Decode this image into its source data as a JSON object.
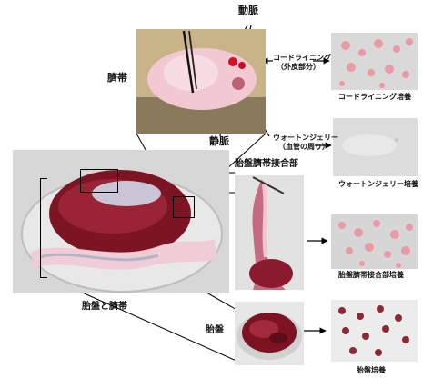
{
  "labels": {
    "artery": "動脈",
    "umbilical_cord": "臍帯",
    "vein": "静脈",
    "cord_lining": "コードライニング",
    "cord_lining_sub": "（外皮部分）",
    "wharton": "ウォートンジェリー",
    "wharton_sub": "（血管の周り）",
    "junction": "胎盤臍帯接合部",
    "placenta_and_cord": "胎盤と臍帯",
    "placenta": "胎盤"
  },
  "captions": {
    "cord_lining_culture": "コードライニング培養",
    "wharton_culture": "ウォートンジェリー培養",
    "junction_culture": "胎盤臍帯接合部培養",
    "placenta_culture": "胎盤培養"
  },
  "colors": {
    "tissue_red": "#8b1e2c",
    "cord_pink": "#f1c4cf",
    "culture_bg": "#d9d9d9",
    "cell_pink": "#e99aa6"
  }
}
